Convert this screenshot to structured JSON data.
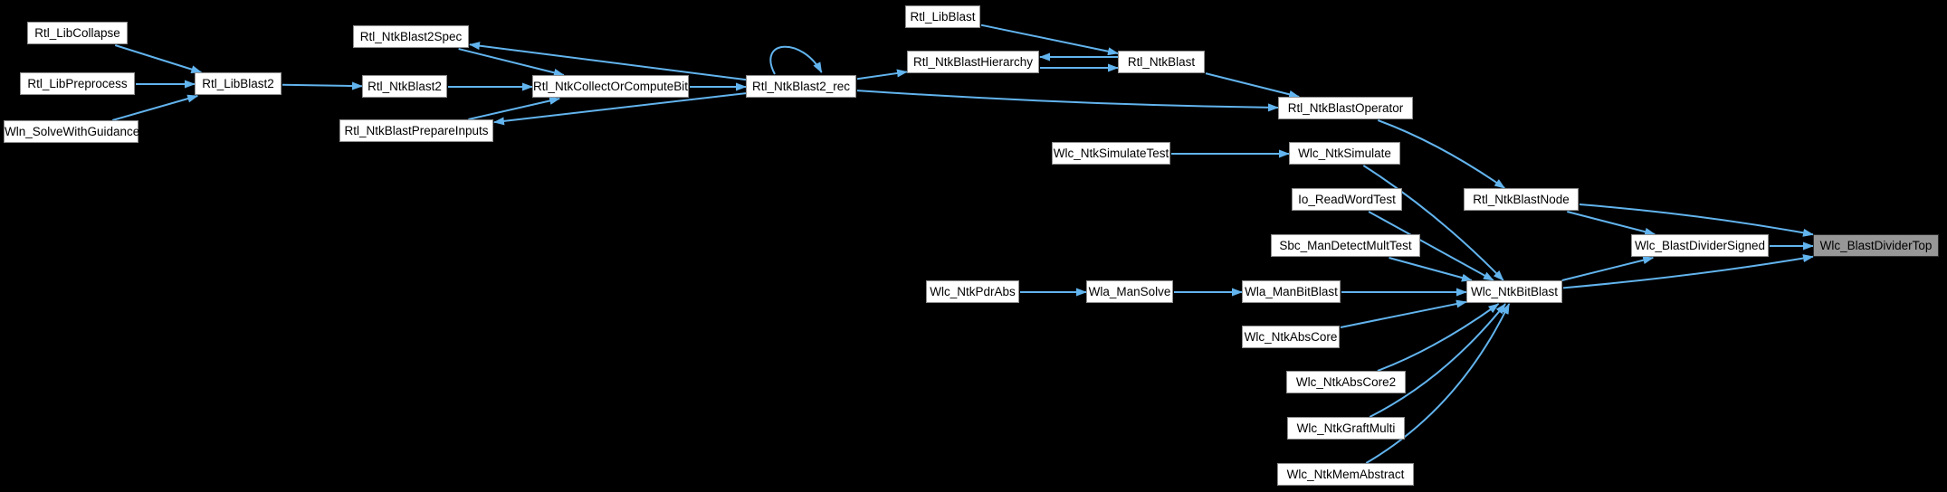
{
  "diagram": {
    "type": "call-graph",
    "target_function": "Wlc_BlastDividerTop",
    "colors": {
      "background": "#000000",
      "edge": "#62B4EE",
      "node_fill": "#FFFFFF",
      "node_border": "#8F8F8F",
      "highlight_fill": "#979797",
      "highlight_border": "#2E2E2E",
      "text": "#000000"
    },
    "nodes": [
      {
        "id": "Rtl_LibCollapse",
        "label": "Rtl_LibCollapse",
        "highlighted": false
      },
      {
        "id": "Rtl_LibPreprocess",
        "label": "Rtl_LibPreprocess",
        "highlighted": false
      },
      {
        "id": "Wln_SolveWithGuidance",
        "label": "Wln_SolveWithGuidance",
        "highlighted": false
      },
      {
        "id": "Rtl_LibBlast2",
        "label": "Rtl_LibBlast2",
        "highlighted": false
      },
      {
        "id": "Rtl_NtkBlast2Spec",
        "label": "Rtl_NtkBlast2Spec",
        "highlighted": false
      },
      {
        "id": "Rtl_NtkBlast2",
        "label": "Rtl_NtkBlast2",
        "highlighted": false
      },
      {
        "id": "Rtl_NtkBlastPrepareInputs",
        "label": "Rtl_NtkBlastPrepareInputs",
        "highlighted": false
      },
      {
        "id": "Rtl_NtkCollectOrComputeBit",
        "label": "Rtl_NtkCollectOrComputeBit",
        "highlighted": false
      },
      {
        "id": "Rtl_NtkBlast2_rec",
        "label": "Rtl_NtkBlast2_rec",
        "highlighted": false
      },
      {
        "id": "Rtl_LibBlast",
        "label": "Rtl_LibBlast",
        "highlighted": false
      },
      {
        "id": "Rtl_NtkBlastHierarchy",
        "label": "Rtl_NtkBlastHierarchy",
        "highlighted": false
      },
      {
        "id": "Rtl_NtkBlast",
        "label": "Rtl_NtkBlast",
        "highlighted": false
      },
      {
        "id": "Rtl_NtkBlastOperator",
        "label": "Rtl_NtkBlastOperator",
        "highlighted": false
      },
      {
        "id": "Wlc_NtkSimulateTest",
        "label": "Wlc_NtkSimulateTest",
        "highlighted": false
      },
      {
        "id": "Wlc_NtkSimulate",
        "label": "Wlc_NtkSimulate",
        "highlighted": false
      },
      {
        "id": "Io_ReadWordTest",
        "label": "Io_ReadWordTest",
        "highlighted": false
      },
      {
        "id": "Sbc_ManDetectMultTest",
        "label": "Sbc_ManDetectMultTest",
        "highlighted": false
      },
      {
        "id": "Rtl_NtkBlastNode",
        "label": "Rtl_NtkBlastNode",
        "highlighted": false
      },
      {
        "id": "Wlc_NtkPdrAbs",
        "label": "Wlc_NtkPdrAbs",
        "highlighted": false
      },
      {
        "id": "Wla_ManSolve",
        "label": "Wla_ManSolve",
        "highlighted": false
      },
      {
        "id": "Wla_ManBitBlast",
        "label": "Wla_ManBitBlast",
        "highlighted": false
      },
      {
        "id": "Wlc_NtkBitBlast",
        "label": "Wlc_NtkBitBlast",
        "highlighted": false
      },
      {
        "id": "Wlc_NtkAbsCore",
        "label": "Wlc_NtkAbsCore",
        "highlighted": false
      },
      {
        "id": "Wlc_NtkAbsCore2",
        "label": "Wlc_NtkAbsCore2",
        "highlighted": false
      },
      {
        "id": "Wlc_NtkGraftMulti",
        "label": "Wlc_NtkGraftMulti",
        "highlighted": false
      },
      {
        "id": "Wlc_NtkMemAbstract",
        "label": "Wlc_NtkMemAbstract",
        "highlighted": false
      },
      {
        "id": "Wlc_BlastDividerSigned",
        "label": "Wlc_BlastDividerSigned",
        "highlighted": false
      },
      {
        "id": "Wlc_BlastDividerTop",
        "label": "Wlc_BlastDividerTop",
        "highlighted": true
      }
    ],
    "edges": [
      {
        "from": "Rtl_LibCollapse",
        "to": "Rtl_LibBlast2"
      },
      {
        "from": "Rtl_LibPreprocess",
        "to": "Rtl_LibBlast2"
      },
      {
        "from": "Wln_SolveWithGuidance",
        "to": "Rtl_LibBlast2"
      },
      {
        "from": "Rtl_LibBlast2",
        "to": "Rtl_NtkBlast2"
      },
      {
        "from": "Rtl_NtkBlast2",
        "to": "Rtl_NtkCollectOrComputeBit"
      },
      {
        "from": "Rtl_NtkBlast2Spec",
        "to": "Rtl_NtkCollectOrComputeBit"
      },
      {
        "from": "Rtl_NtkBlastPrepareInputs",
        "to": "Rtl_NtkCollectOrComputeBit"
      },
      {
        "from": "Rtl_NtkCollectOrComputeBit",
        "to": "Rtl_NtkBlast2_rec"
      },
      {
        "from": "Rtl_NtkBlast2_rec",
        "to": "Rtl_NtkBlast2Spec"
      },
      {
        "from": "Rtl_NtkBlast2_rec",
        "to": "Rtl_NtkBlastPrepareInputs"
      },
      {
        "from": "Rtl_NtkBlast2_rec",
        "to": "Rtl_NtkBlast2_rec"
      },
      {
        "from": "Rtl_NtkBlast2_rec",
        "to": "Rtl_NtkBlastHierarchy"
      },
      {
        "from": "Rtl_NtkBlast2_rec",
        "to": "Rtl_NtkBlastOperator"
      },
      {
        "from": "Rtl_LibBlast",
        "to": "Rtl_NtkBlast"
      },
      {
        "from": "Rtl_NtkBlastHierarchy",
        "to": "Rtl_NtkBlast"
      },
      {
        "from": "Rtl_NtkBlast",
        "to": "Rtl_NtkBlastHierarchy"
      },
      {
        "from": "Rtl_NtkBlast",
        "to": "Rtl_NtkBlastOperator"
      },
      {
        "from": "Rtl_NtkBlastOperator",
        "to": "Rtl_NtkBlastNode"
      },
      {
        "from": "Wlc_NtkSimulateTest",
        "to": "Wlc_NtkSimulate"
      },
      {
        "from": "Wlc_NtkSimulate",
        "to": "Wlc_NtkBitBlast"
      },
      {
        "from": "Io_ReadWordTest",
        "to": "Wlc_NtkBitBlast"
      },
      {
        "from": "Sbc_ManDetectMultTest",
        "to": "Wlc_NtkBitBlast"
      },
      {
        "from": "Wlc_NtkPdrAbs",
        "to": "Wla_ManSolve"
      },
      {
        "from": "Wla_ManSolve",
        "to": "Wla_ManBitBlast"
      },
      {
        "from": "Wla_ManBitBlast",
        "to": "Wlc_NtkBitBlast"
      },
      {
        "from": "Wlc_NtkAbsCore",
        "to": "Wlc_NtkBitBlast"
      },
      {
        "from": "Wlc_NtkAbsCore2",
        "to": "Wlc_NtkBitBlast"
      },
      {
        "from": "Wlc_NtkGraftMulti",
        "to": "Wlc_NtkBitBlast"
      },
      {
        "from": "Wlc_NtkMemAbstract",
        "to": "Wlc_NtkBitBlast"
      },
      {
        "from": "Rtl_NtkBlastNode",
        "to": "Wlc_BlastDividerSigned"
      },
      {
        "from": "Rtl_NtkBlastNode",
        "to": "Wlc_BlastDividerTop"
      },
      {
        "from": "Wlc_NtkBitBlast",
        "to": "Wlc_BlastDividerSigned"
      },
      {
        "from": "Wlc_NtkBitBlast",
        "to": "Wlc_BlastDividerTop"
      },
      {
        "from": "Wlc_BlastDividerSigned",
        "to": "Wlc_BlastDividerTop"
      }
    ]
  }
}
